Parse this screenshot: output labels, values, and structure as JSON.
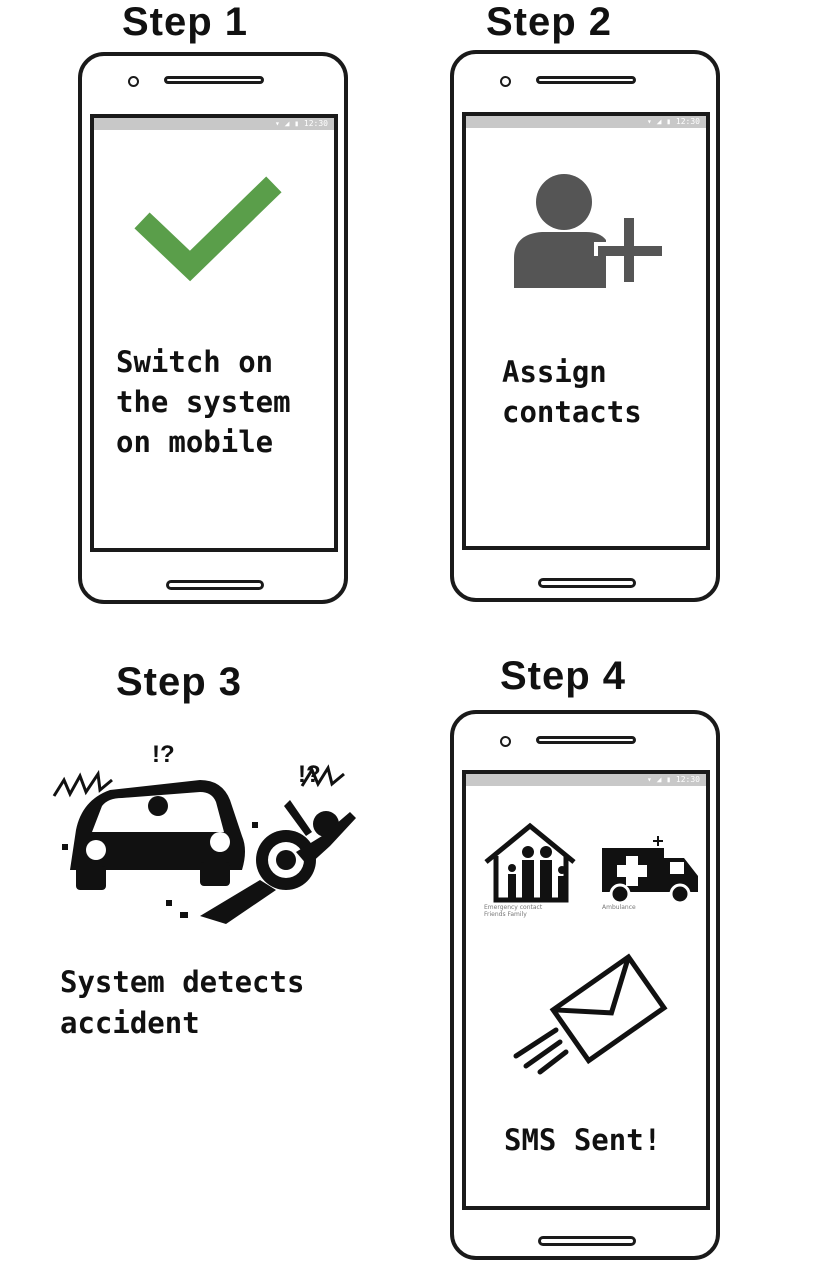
{
  "steps": [
    {
      "title": "Step 1",
      "text": "Switch on\nthe system\non mobile",
      "icon": "checkmark-icon"
    },
    {
      "title": "Step 2",
      "text": "Assign\ncontacts",
      "icon": "add-contact-icon"
    },
    {
      "title": "Step 3",
      "text": "System detects\naccident",
      "icon": "accident-illustration"
    },
    {
      "title": "Step 4",
      "text": "SMS Sent!",
      "icons": [
        "family-home-icon",
        "ambulance-icon",
        "envelope-icon"
      ],
      "labels": {
        "family": "Emergency contact\nFriends Family",
        "ambulance": "Ambulance"
      }
    }
  ],
  "status_icons": "▾ ◢ ▮ 12:30",
  "colors": {
    "check": "#5a9e4a",
    "contact_icon": "#555555",
    "outline": "#1a1a1a",
    "status_bar": "#c8c8c8"
  }
}
